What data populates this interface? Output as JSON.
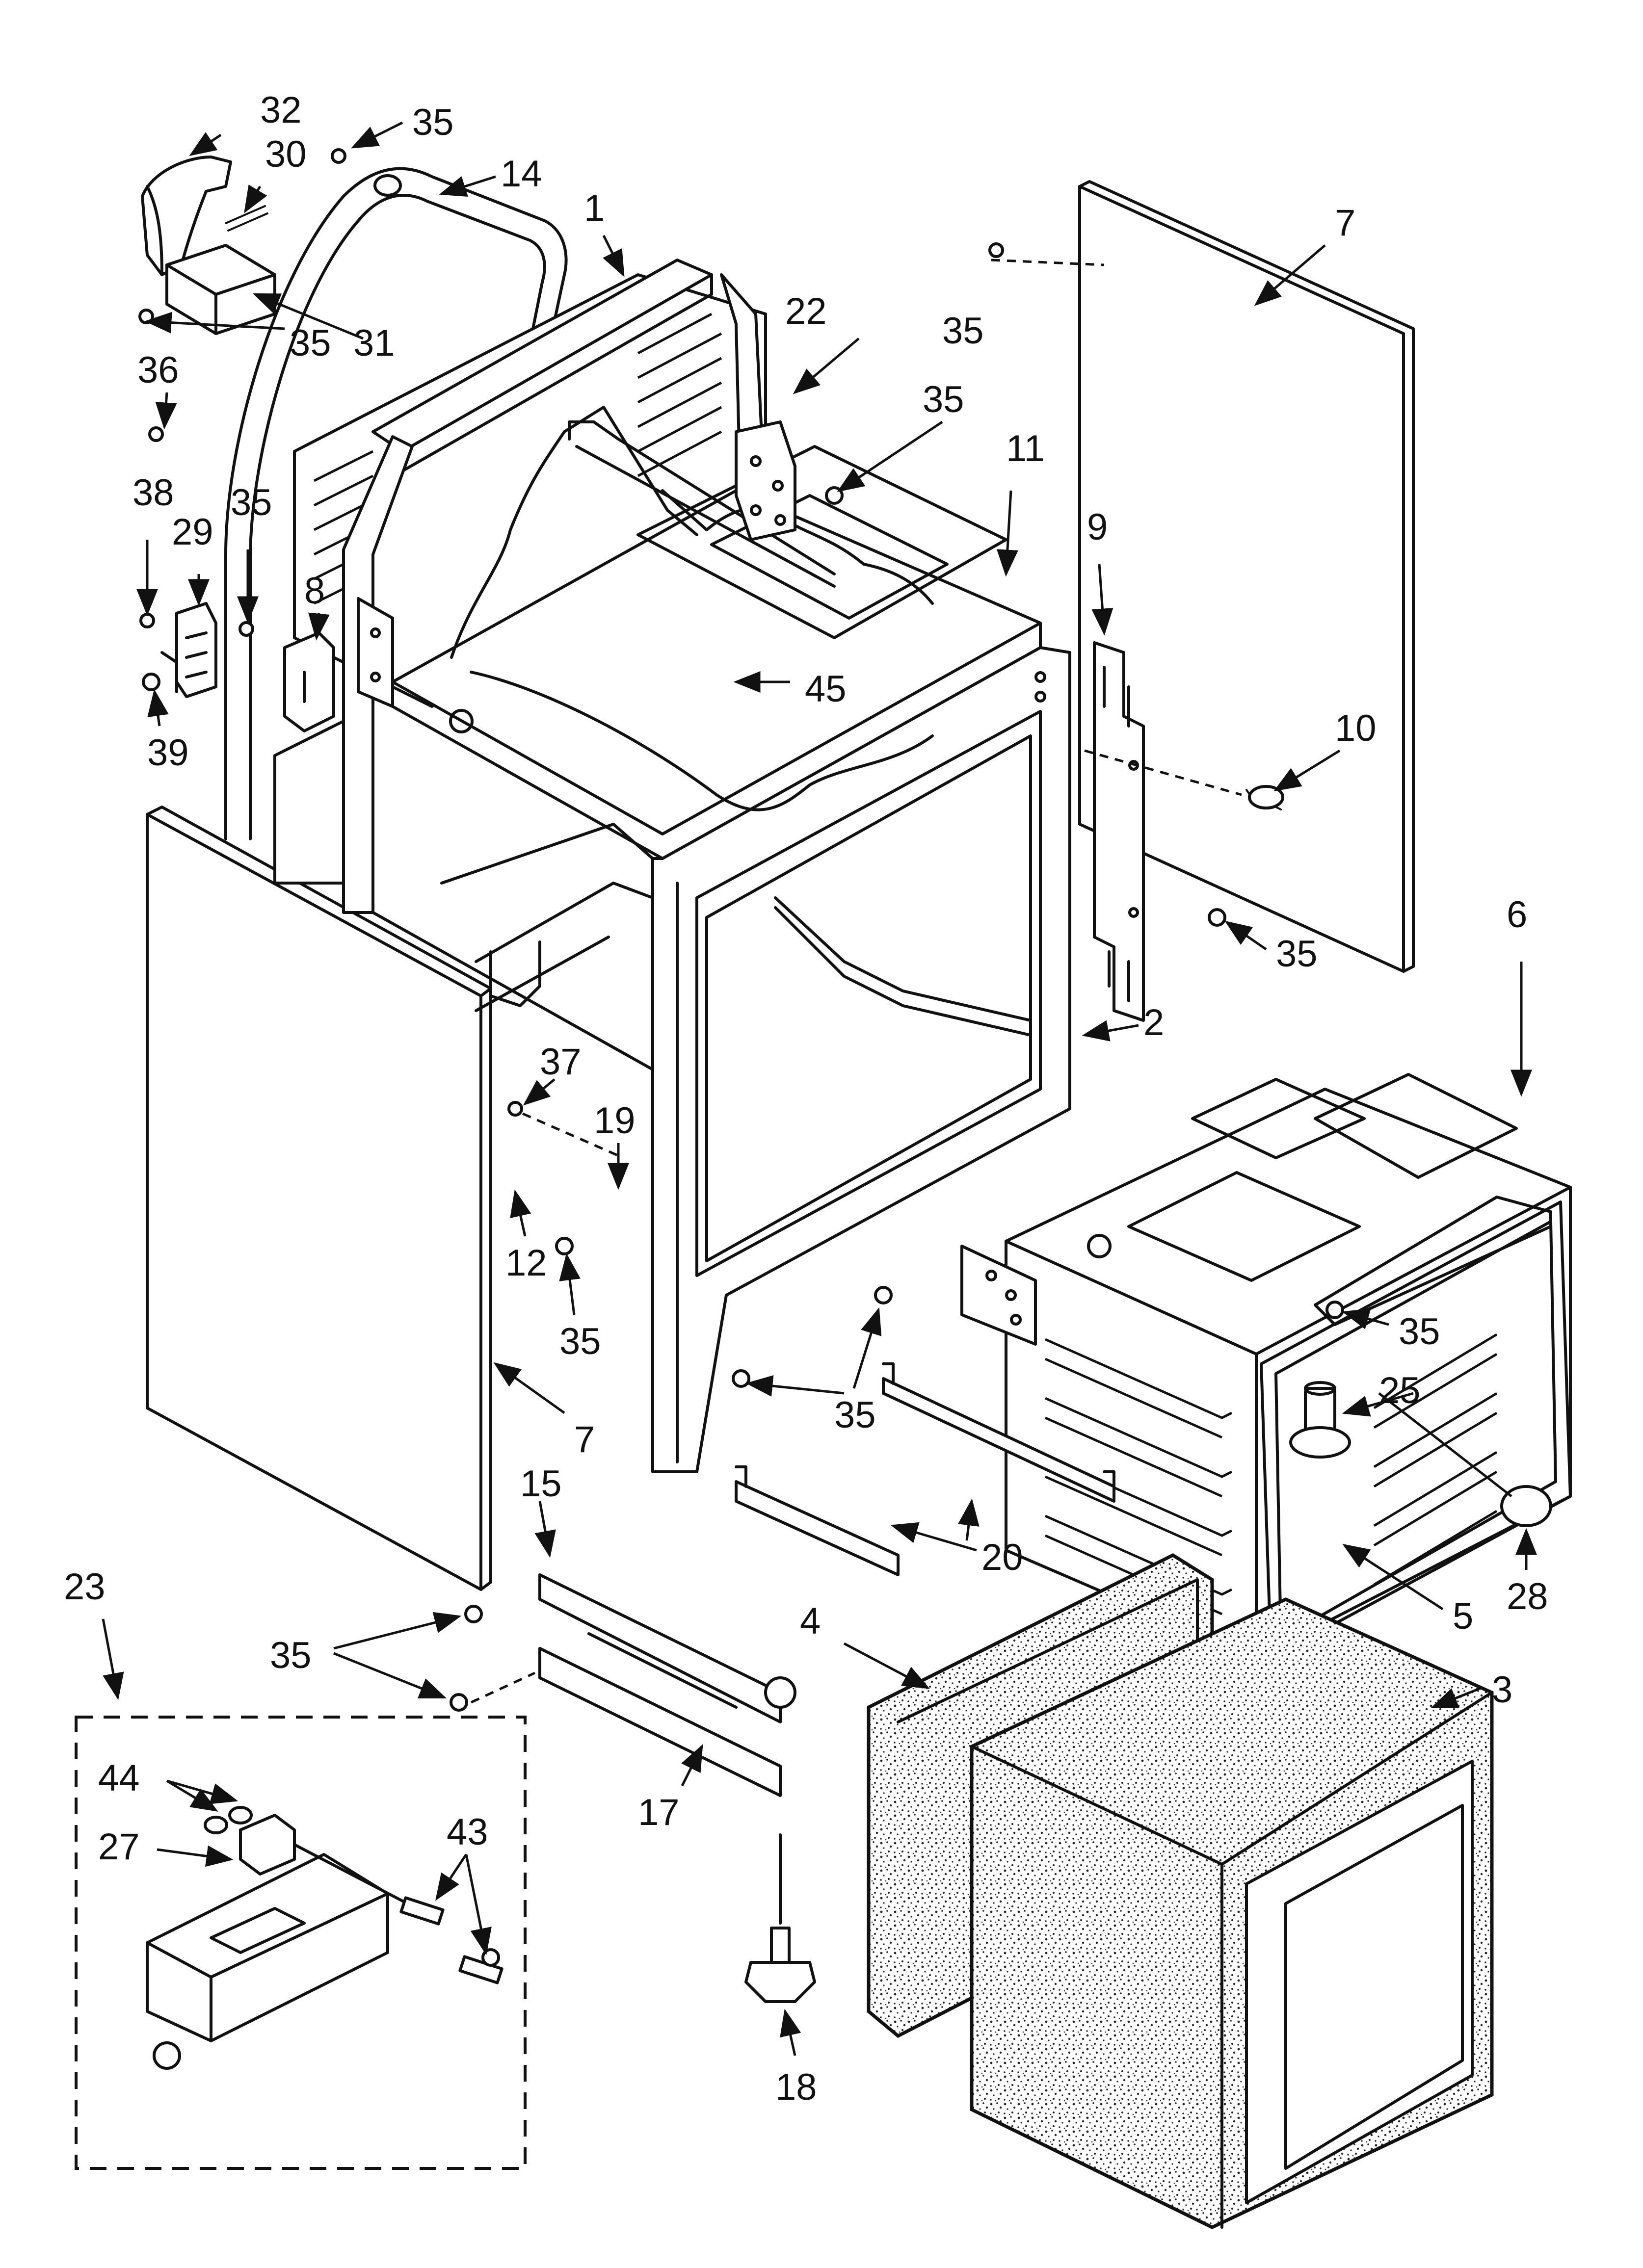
{
  "diagram": {
    "callouts": [
      {
        "id": "c32a",
        "text": "32"
      },
      {
        "id": "c35a",
        "text": "35"
      },
      {
        "id": "c30",
        "text": "30"
      },
      {
        "id": "c14",
        "text": "14"
      },
      {
        "id": "c1",
        "text": "1"
      },
      {
        "id": "c7a",
        "text": "7"
      },
      {
        "id": "c35b",
        "text": "35"
      },
      {
        "id": "c31",
        "text": "31"
      },
      {
        "id": "c22",
        "text": "22"
      },
      {
        "id": "c35c",
        "text": "35"
      },
      {
        "id": "c36",
        "text": "36"
      },
      {
        "id": "c35d",
        "text": "35"
      },
      {
        "id": "c11",
        "text": "11"
      },
      {
        "id": "c9",
        "text": "9"
      },
      {
        "id": "c38",
        "text": "38"
      },
      {
        "id": "c29",
        "text": "29"
      },
      {
        "id": "c35e",
        "text": "35"
      },
      {
        "id": "c8",
        "text": "8"
      },
      {
        "id": "c45",
        "text": "45"
      },
      {
        "id": "c10",
        "text": "10"
      },
      {
        "id": "c39",
        "text": "39"
      },
      {
        "id": "c35f",
        "text": "35"
      },
      {
        "id": "c6",
        "text": "6"
      },
      {
        "id": "c2",
        "text": "2"
      },
      {
        "id": "c37",
        "text": "37"
      },
      {
        "id": "c19",
        "text": "19"
      },
      {
        "id": "c12",
        "text": "12"
      },
      {
        "id": "c35g",
        "text": "35"
      },
      {
        "id": "c35h",
        "text": "35"
      },
      {
        "id": "c25",
        "text": "25"
      },
      {
        "id": "c35i",
        "text": "35"
      },
      {
        "id": "c7b",
        "text": "7"
      },
      {
        "id": "c15",
        "text": "15"
      },
      {
        "id": "c20",
        "text": "20"
      },
      {
        "id": "c28",
        "text": "28"
      },
      {
        "id": "c23",
        "text": "23"
      },
      {
        "id": "c5",
        "text": "5"
      },
      {
        "id": "c4",
        "text": "4"
      },
      {
        "id": "c3",
        "text": "3"
      },
      {
        "id": "c35j",
        "text": "35"
      },
      {
        "id": "c44",
        "text": "44"
      },
      {
        "id": "c27",
        "text": "27"
      },
      {
        "id": "c43",
        "text": "43"
      },
      {
        "id": "c17",
        "text": "17"
      },
      {
        "id": "c18",
        "text": "18"
      }
    ]
  }
}
